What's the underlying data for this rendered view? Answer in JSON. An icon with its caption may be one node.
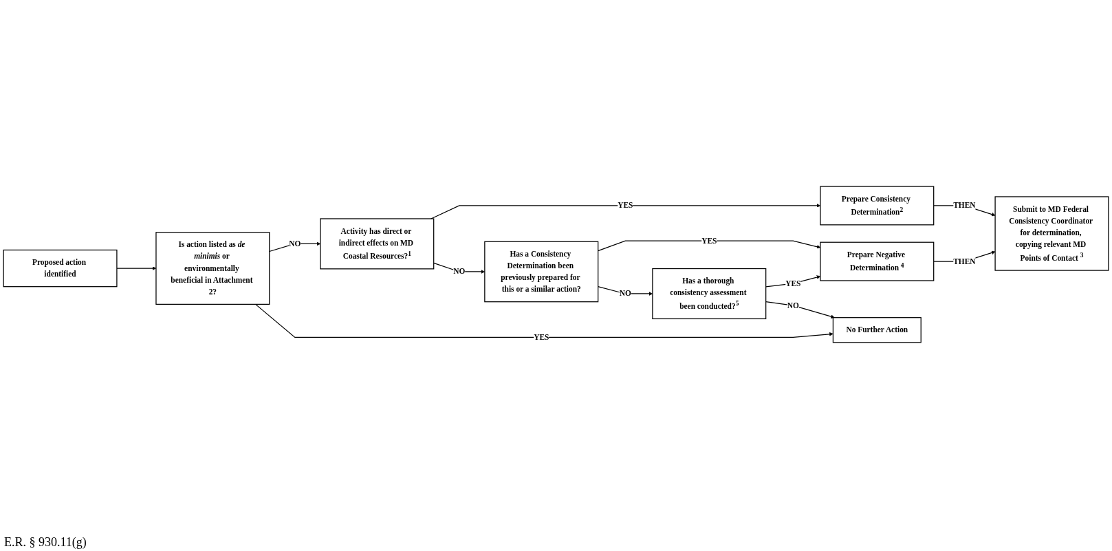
{
  "diagram": {
    "nodes": [
      {
        "text": [
          "Proposed action identified"
        ]
      },
      {
        "text": [
          "Is action listed as *de minimis* or environmentally beneficial in Attachment 2?"
        ]
      },
      {
        "text": [
          "Activity has direct or indirect effects on MD Coastal Resources?$^{1}$"
        ]
      },
      {
        "text": [
          "Prepare Consistency Determination$^{2}$"
        ]
      },
      {
        "text": [
          "Submit to MD Federal Consistency Coordinator for determination, copying relevant MD Points of Contact $^{3}$"
        ]
      },
      {
        "text": [
          "Has a Consistency Determination been previously prepared for this or a similar action?"
        ]
      },
      {
        "text": [
          "Prepare Negative Determination $^{4}$"
        ]
      },
      {
        "text": [
          "Has a thorough consistency assessment been conducted?$^{5}$"
        ]
      },
      {
        "text": [
          "No Further Action"
        ]
      }
    ],
    "edges": [
      {
        "from": 0,
        "to": 1,
        "arrow": "to"
      },
      {
        "from": 1,
        "to": 2,
        "arrow": "to",
        "label": "NO"
      },
      {
        "from": 2,
        "to": 3,
        "arrow": "to",
        "label": "YES"
      },
      {
        "from": 3,
        "to": 4,
        "arrow": "to",
        "label": "THEN"
      },
      {
        "from": 2,
        "to": 5,
        "arrow": "to",
        "label": "NO"
      },
      {
        "from": 5,
        "to": 6,
        "arrow": "to",
        "label": "YES"
      },
      {
        "from": 6,
        "to": 4,
        "arrow": "to",
        "label": "THEN"
      },
      {
        "from": 5,
        "to": 7,
        "arrow": "to",
        "label": "NO"
      },
      {
        "from": 7,
        "to": 6,
        "arrow": "to",
        "label": "YES"
      },
      {
        "from": 7,
        "to": 8,
        "arrow": "to",
        "label": "NO"
      },
      {
        "from": 1,
        "to": 8,
        "arrow": "to",
        "label": "YES"
      }
    ],
    "labels": [
      "E.R. § 930.11(g)"
    ]
  }
}
